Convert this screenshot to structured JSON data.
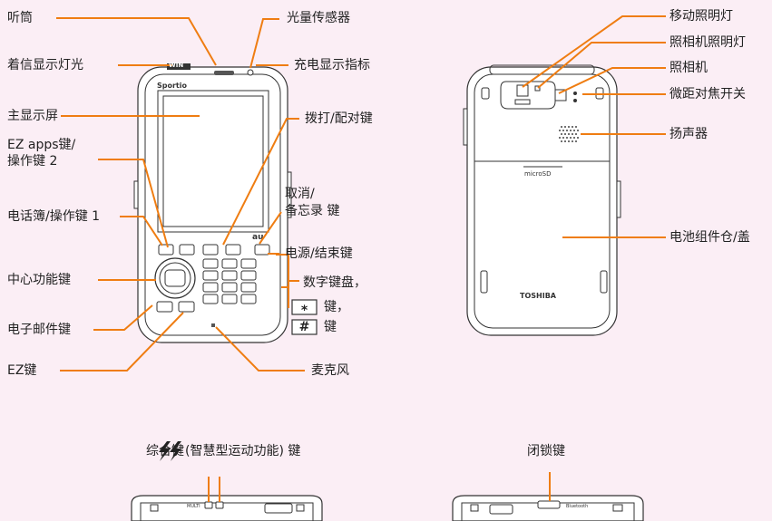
{
  "front_labels": {
    "earpiece": "听筒",
    "light_sensor": "光量传感器",
    "incoming_light": "着信显示灯光",
    "charge_indicator": "充电显示指标",
    "main_display": "主显示屏",
    "ez_apps_key_line1": "EZ apps键/",
    "ez_apps_key_line2": "操作键 2",
    "dial_pair_key": "拨打/配对键",
    "phonebook_key": "电话簿/操作键 1",
    "cancel_memo_key_line1": "取消/",
    "cancel_memo_key_line2": "备忘录 键",
    "center_key": "中心功能键",
    "power_end_key": "电源/结束键",
    "numeric_keypad": "数字键盘，",
    "star_key_symbol": "⁎",
    "star_key_suffix": "键，",
    "hash_key_symbol": "#",
    "hash_key_suffix": "键",
    "email_key": "电子邮件键",
    "ez_key": "EZ键",
    "microphone": "麦克风"
  },
  "back_labels": {
    "mobile_light": "移动照明灯",
    "camera_light": "照相机照明灯",
    "camera": "照相机",
    "macro_switch": "微距对焦开关",
    "speaker": "扬声器",
    "battery_cover": "电池组件仓/盖"
  },
  "bottom_labels": {
    "multi_key": "综合键",
    "sport_key": "(智慧型运动功能) 键",
    "lock_key": "闭锁键"
  },
  "device_text": {
    "brand_front": "Sportio",
    "carrier_logo": "au",
    "top_logo": "WIN",
    "microsd": "microSD",
    "maker": "TOSHIBA",
    "multi_tag": "MULTI",
    "bluetooth_tag": "Bluetooth"
  },
  "colors": {
    "background": "#fbeef5",
    "leader": "#ef7d12",
    "outline": "#333333"
  }
}
